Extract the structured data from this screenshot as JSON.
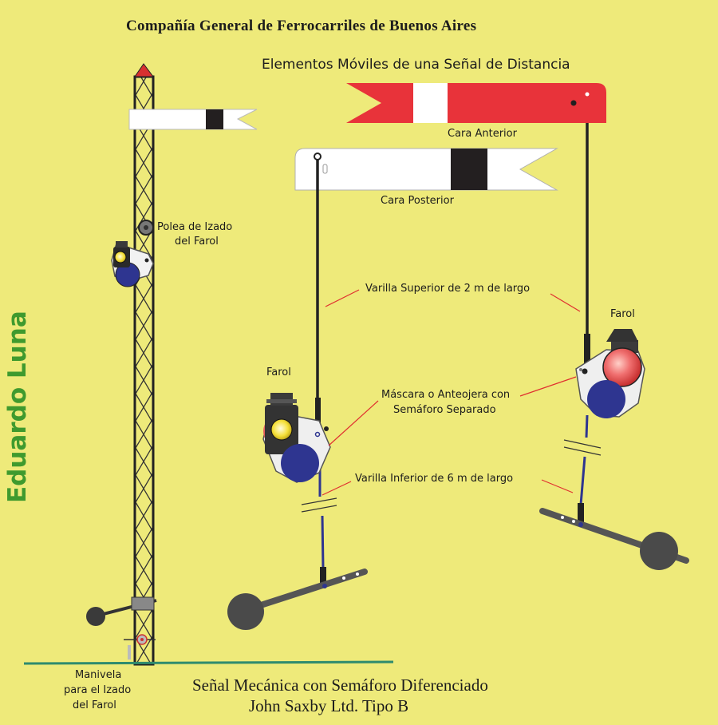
{
  "header": {
    "company": "Compañía General de Ferrocarriles de Buenos Aires",
    "subtitle": "Elementos Móviles de una Señal de Distancia"
  },
  "author": "Eduardo Luna",
  "labels": {
    "cara_anterior": "Cara Anterior",
    "cara_posterior": "Cara Posterior",
    "polea_line1": "Polea de Izado",
    "polea_line2": "del Farol",
    "varilla_superior": "Varilla Superior de 2 m de largo",
    "farol_left": "Farol",
    "farol_right": "Farol",
    "mascara_line1": "Máscara o Anteojera con",
    "mascara_line2": "Semáforo  Separado",
    "varilla_inferior": "Varilla Inferior de 6 m de largo",
    "manivela_line1": "Manivela",
    "manivela_line2": "para el Izado",
    "manivela_line3": "del Farol"
  },
  "footer": {
    "line1": "Señal Mecánica con Semáforo Diferenciado",
    "line2": "John Saxby Ltd. Tipo B"
  },
  "colors": {
    "background": "#eeea7a",
    "arm_red": "#e8333a",
    "arm_white": "#ffffff",
    "arm_black": "#231f20",
    "lamp_lens_red": "#e85a5a",
    "lamp_lens_yellow": "#f2e23a",
    "blue_glass": "#2e3590",
    "ground_line": "#2e8b6e",
    "author_green": "#3f9a2e",
    "pointer_red": "#e03030"
  },
  "icons": {
    "lamp": "signal-lamp-icon",
    "pulley": "pulley-icon",
    "counterweight": "counterweight-icon"
  }
}
